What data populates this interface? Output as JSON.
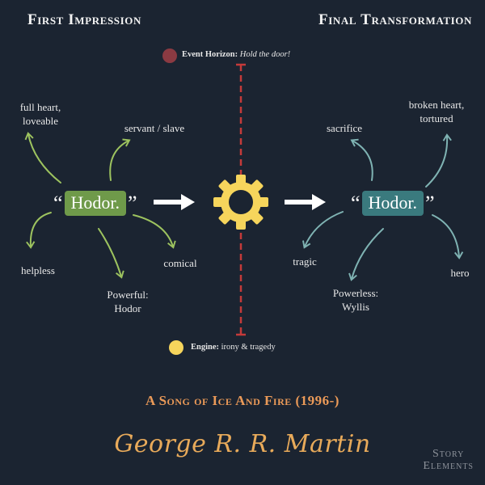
{
  "headings": {
    "left": "First Impression",
    "right": "Final Transformation"
  },
  "event_horizon": {
    "label": "Event Horizon:",
    "value": "Hold the door!",
    "color": "#8b3a42"
  },
  "engine": {
    "label": "Engine:",
    "value": "irony & tragedy",
    "color": "#f6d55c"
  },
  "first_impression": {
    "quote_open": "“",
    "quote_close": "”",
    "word": "Hodor.",
    "box_color": "#6f9a4a",
    "arrow_color": "#9dc35f",
    "labels": {
      "top_left": [
        "full heart,",
        "loveable"
      ],
      "top": "servant / slave",
      "left": "helpless",
      "bottom": [
        "Powerful:",
        "Hodor"
      ],
      "right": "comical"
    }
  },
  "final_transformation": {
    "quote_open": "“",
    "quote_close": "”",
    "word": "Hodor.",
    "box_color": "#3a7a7e",
    "arrow_color": "#7fb3b3",
    "labels": {
      "top_right": [
        "broken heart,",
        "tortured"
      ],
      "top": "sacrifice",
      "left": "tragic",
      "bottom": [
        "Powerless:",
        "Wyllis"
      ],
      "right": "hero"
    }
  },
  "gear_color": "#f6d55c",
  "divider_color": "#c43a3a",
  "footer": {
    "series": "A Song of Ice And Fire (1996-)",
    "author": "George R. R. Martin",
    "brand_top": "Story",
    "brand_bottom": "Elements"
  }
}
